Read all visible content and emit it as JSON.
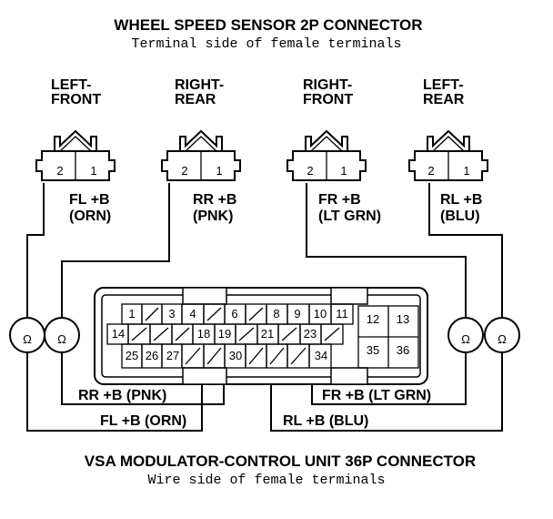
{
  "top": {
    "title": "WHEEL SPEED SENSOR 2P CONNECTOR",
    "subtitle": "Terminal side of female terminals"
  },
  "sensors": [
    {
      "pos1": "LEFT-",
      "pos2": "FRONT",
      "term_a": "2",
      "term_b": "1",
      "sig": "FL +B",
      "color": "(ORN)"
    },
    {
      "pos1": "RIGHT-",
      "pos2": "REAR",
      "term_a": "2",
      "term_b": "1",
      "sig": "RR +B",
      "color": "(PNK)"
    },
    {
      "pos1": "RIGHT-",
      "pos2": "FRONT",
      "term_a": "2",
      "term_b": "1",
      "sig": "FR +B",
      "color": "(LT GRN)"
    },
    {
      "pos1": "LEFT-",
      "pos2": "REAR",
      "term_a": "2",
      "term_b": "1",
      "sig": "RL +B",
      "color": "(BLU)"
    }
  ],
  "ohm_symbol": "Ω",
  "connector": {
    "row1": [
      "1",
      "3",
      "4",
      "6",
      "8",
      "9",
      "10",
      "11"
    ],
    "row2": [
      "14",
      "18",
      "19",
      "21",
      "23"
    ],
    "row3": [
      "25",
      "26",
      "27",
      "30",
      "34"
    ],
    "big": [
      "12",
      "13",
      "35",
      "36"
    ]
  },
  "wire_labels": {
    "rr": "RR +B (PNK)",
    "fr": "FR +B (LT GRN)",
    "fl": "FL +B (ORN)",
    "rl": "RL +B (BLU)"
  },
  "bottom": {
    "title": "VSA MODULATOR-CONTROL UNIT 36P CONNECTOR",
    "subtitle": "Wire side of female terminals"
  }
}
